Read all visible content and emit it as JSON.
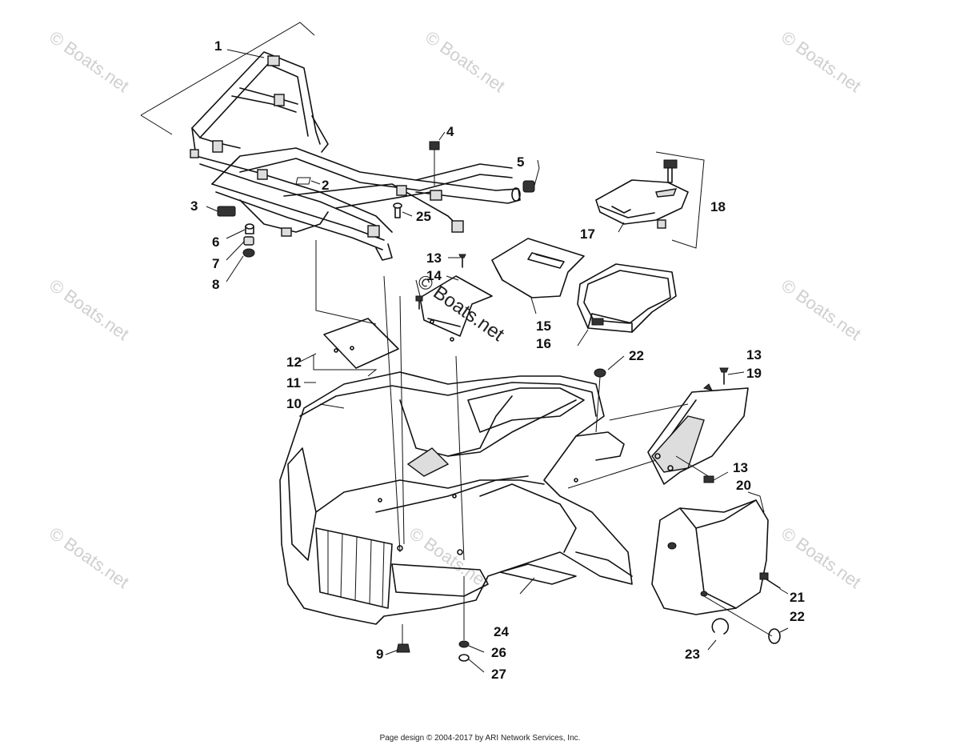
{
  "watermark": {
    "text": "© Boats.net",
    "center_text": "© Boats.net"
  },
  "callouts": [
    {
      "id": "1",
      "label": "1"
    },
    {
      "id": "2",
      "label": "2"
    },
    {
      "id": "3",
      "label": "3"
    },
    {
      "id": "4",
      "label": "4"
    },
    {
      "id": "5",
      "label": "5"
    },
    {
      "id": "6",
      "label": "6"
    },
    {
      "id": "7",
      "label": "7"
    },
    {
      "id": "8",
      "label": "8"
    },
    {
      "id": "9",
      "label": "9"
    },
    {
      "id": "10",
      "label": "10"
    },
    {
      "id": "11",
      "label": "11"
    },
    {
      "id": "12",
      "label": "12"
    },
    {
      "id": "13a",
      "label": "13"
    },
    {
      "id": "13b",
      "label": "13"
    },
    {
      "id": "13c",
      "label": "13"
    },
    {
      "id": "14",
      "label": "14"
    },
    {
      "id": "15",
      "label": "15"
    },
    {
      "id": "16",
      "label": "16"
    },
    {
      "id": "17",
      "label": "17"
    },
    {
      "id": "18",
      "label": "18"
    },
    {
      "id": "19",
      "label": "19"
    },
    {
      "id": "20",
      "label": "20"
    },
    {
      "id": "21",
      "label": "21"
    },
    {
      "id": "22a",
      "label": "22"
    },
    {
      "id": "22b",
      "label": "22"
    },
    {
      "id": "23",
      "label": "23"
    },
    {
      "id": "24",
      "label": "24"
    },
    {
      "id": "25",
      "label": "25"
    },
    {
      "id": "26",
      "label": "26"
    },
    {
      "id": "27",
      "label": "27"
    }
  ],
  "footer": {
    "text": "Page design © 2004-2017 by ARI Network Services, Inc."
  }
}
